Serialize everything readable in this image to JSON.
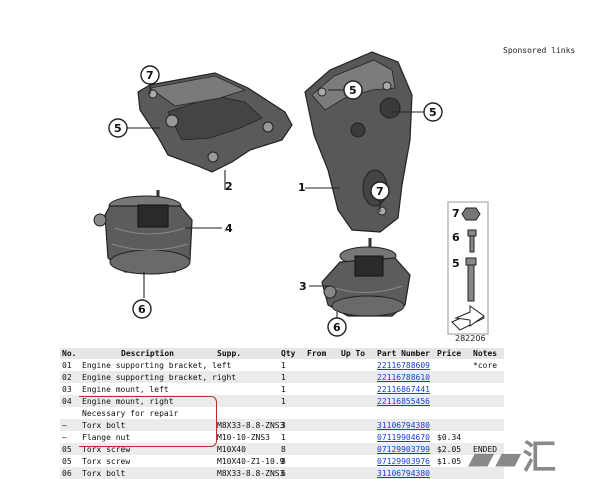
{
  "sponsored_label": "Sponsored links",
  "diagram": {
    "callouts": [
      "7",
      "5",
      "5",
      "5",
      "7",
      "6",
      "6"
    ],
    "part_labels": [
      "1",
      "2",
      "3",
      "4"
    ],
    "legend_numbers": [
      "7",
      "6",
      "5"
    ],
    "reference_number": "282206",
    "colors": {
      "part_fill": "#5a5a5a",
      "part_light": "#8a8a8a",
      "outline": "#222222"
    }
  },
  "table": {
    "headers": [
      "No.",
      "Description",
      "Supp.",
      "Qty",
      "From",
      "Up To",
      "Part Number",
      "Price",
      "Notes"
    ],
    "rows": [
      {
        "no": "01",
        "desc": "Engine supporting bracket, left",
        "supp": "",
        "qty": "1",
        "part": "22116788609",
        "price": "",
        "notes": "*core"
      },
      {
        "no": "02",
        "desc": "Engine supporting bracket, right",
        "supp": "",
        "qty": "1",
        "part": "22116788610",
        "price": "",
        "notes": ""
      },
      {
        "no": "03",
        "desc": "Engine mount, left",
        "supp": "",
        "qty": "1",
        "part": "22116867441",
        "price": "",
        "notes": ""
      },
      {
        "no": "04",
        "desc": "Engine mount, right",
        "supp": "",
        "qty": "1",
        "part": "22116855456",
        "price": "",
        "notes": ""
      },
      {
        "no": "",
        "desc": "Necessary for repair",
        "supp": "",
        "qty": "",
        "part": "",
        "price": "",
        "notes": ""
      },
      {
        "no": "—",
        "desc": "Torx bolt",
        "supp": "M8X33-8.8-ZNS3",
        "qty": "3",
        "part": "31106794380",
        "price": "",
        "notes": ""
      },
      {
        "no": "—",
        "desc": "Flange nut",
        "supp": "M10-10-ZNS3",
        "qty": "1",
        "part": "07119904670",
        "price": "$0.34",
        "notes": ""
      },
      {
        "no": "05",
        "desc": "Torx screw",
        "supp": "M10X40",
        "qty": "8",
        "part": "07129903799",
        "price": "$2.05",
        "notes": "ENDED"
      },
      {
        "no": "05",
        "desc": "Torx screw",
        "supp": "M10X40-Z1-10.9",
        "qty": "8",
        "part": "07129903976",
        "price": "$1.05",
        "notes": ""
      },
      {
        "no": "06",
        "desc": "Torx bolt",
        "supp": "M8X33-8.8-ZNS3",
        "qty": "6",
        "part": "31106794380",
        "price": "",
        "notes": ""
      }
    ]
  }
}
